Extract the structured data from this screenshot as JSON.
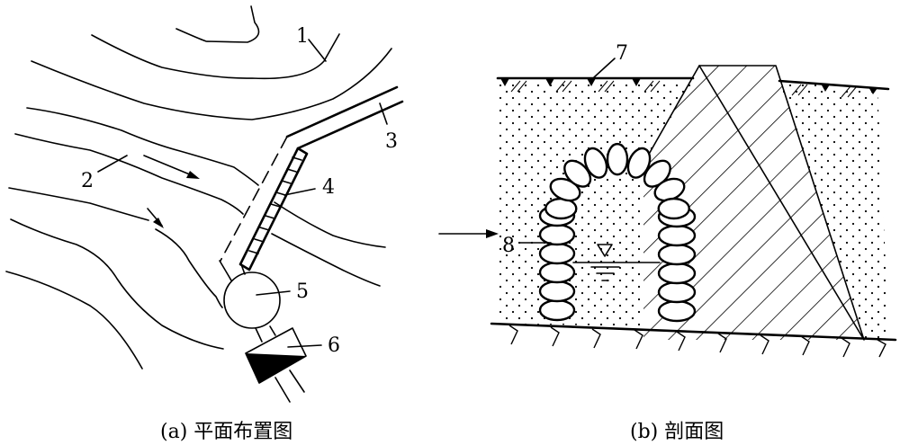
{
  "figure": {
    "panel_a": {
      "caption": "(a) 平面布置图",
      "labels": [
        {
          "id": "1",
          "text": "1"
        },
        {
          "id": "2",
          "text": "2"
        },
        {
          "id": "3",
          "text": "3"
        },
        {
          "id": "4",
          "text": "4"
        },
        {
          "id": "5",
          "text": "5"
        },
        {
          "id": "6",
          "text": "6"
        }
      ]
    },
    "panel_b": {
      "caption": "(b) 剖面图",
      "labels": [
        {
          "id": "7",
          "text": "7"
        },
        {
          "id": "8",
          "text": "8"
        }
      ],
      "water_level_symbol": "▽"
    }
  }
}
